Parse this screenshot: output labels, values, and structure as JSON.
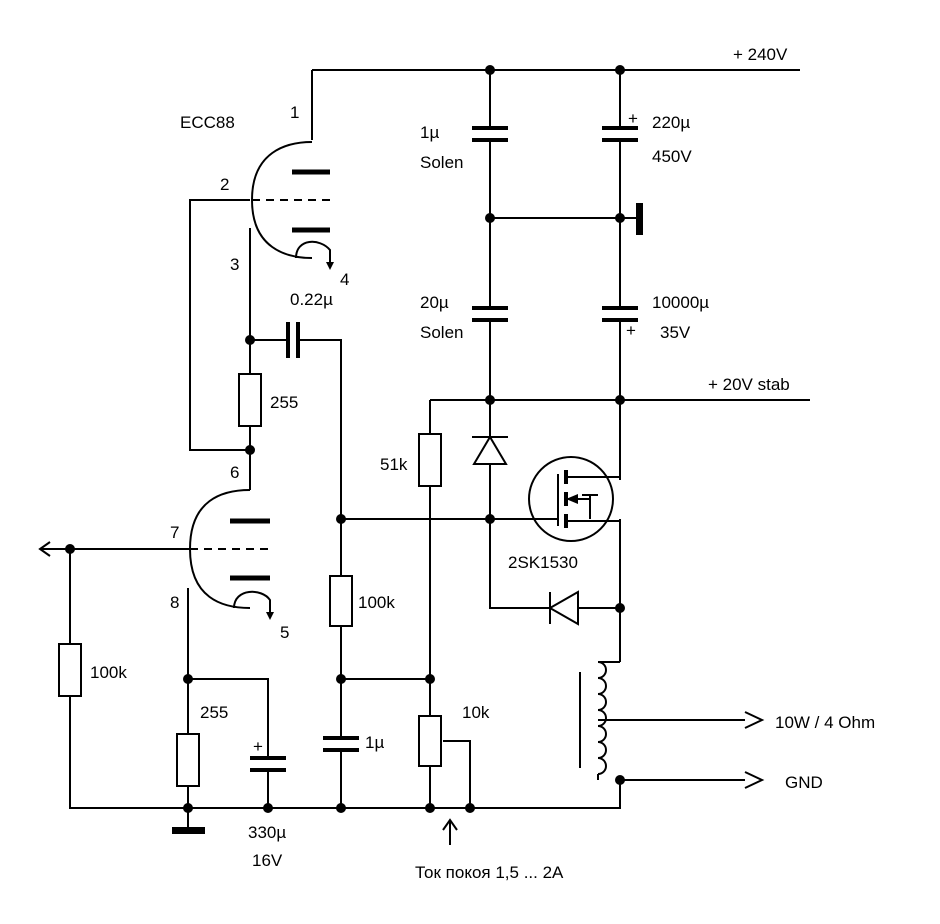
{
  "supply": {
    "hv": "+ 240V",
    "stab": "+ 20V stab"
  },
  "tube": {
    "type": "ECC88",
    "pins": {
      "p1": "1",
      "p2": "2",
      "p3": "3",
      "p4": "4",
      "p5": "5",
      "p6": "6",
      "p7": "7",
      "p8": "8"
    }
  },
  "components": {
    "c_top_left": {
      "value": "1µ",
      "make": "Solen"
    },
    "c_top_right": {
      "value": "220µ",
      "rating": "450V",
      "polarity": "+"
    },
    "c_mid_left": {
      "value": "20µ",
      "make": "Solen"
    },
    "c_mid_right": {
      "value": "10000µ",
      "rating": "35V",
      "polarity": "+"
    },
    "c_couple": {
      "value": "0.22µ"
    },
    "r_upper_cathode": {
      "value": "255"
    },
    "r_lower_cathode": {
      "value": "255"
    },
    "r_grid": {
      "value": "100k"
    },
    "r_mid": {
      "value": "100k"
    },
    "r_feed": {
      "value": "51k"
    },
    "c_bottom_mid": {
      "value": "1µ"
    },
    "c_cathode_bypass": {
      "value": "330µ",
      "rating": "16V",
      "polarity": "+"
    },
    "pot": {
      "value": "10k"
    },
    "mosfet": {
      "label": "2SK1530"
    }
  },
  "outputs": {
    "speaker": "10W / 4 Ohm",
    "ground": "GND"
  },
  "annotation": {
    "bias": "Ток покоя 1,5 ... 2A"
  }
}
